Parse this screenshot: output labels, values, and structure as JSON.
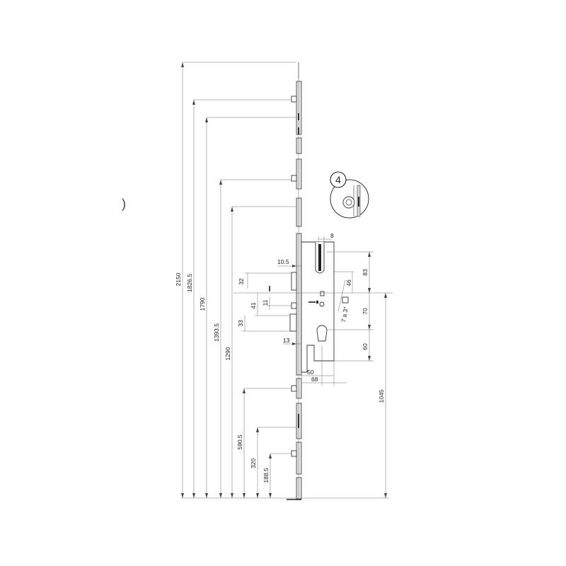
{
  "vertical_dims": [
    "2150",
    "1826.5",
    "1790",
    "1393.5",
    "1290",
    "590.5",
    "320",
    "188.5"
  ],
  "lock_dims": {
    "top_width": "8",
    "backset_small": "10.5",
    "height_83": "83",
    "dim_46": "46",
    "angle": "7 a 3°",
    "dim_70": "70",
    "dim_60": "60",
    "dim_32": "32",
    "dim_41": "41",
    "dim_11": "11",
    "dim_33": "33",
    "dim_13": "13",
    "dim_50": "50",
    "dim_68": "68",
    "dim_1045": "1045"
  },
  "detail_label": "4",
  "side_mark": ")"
}
